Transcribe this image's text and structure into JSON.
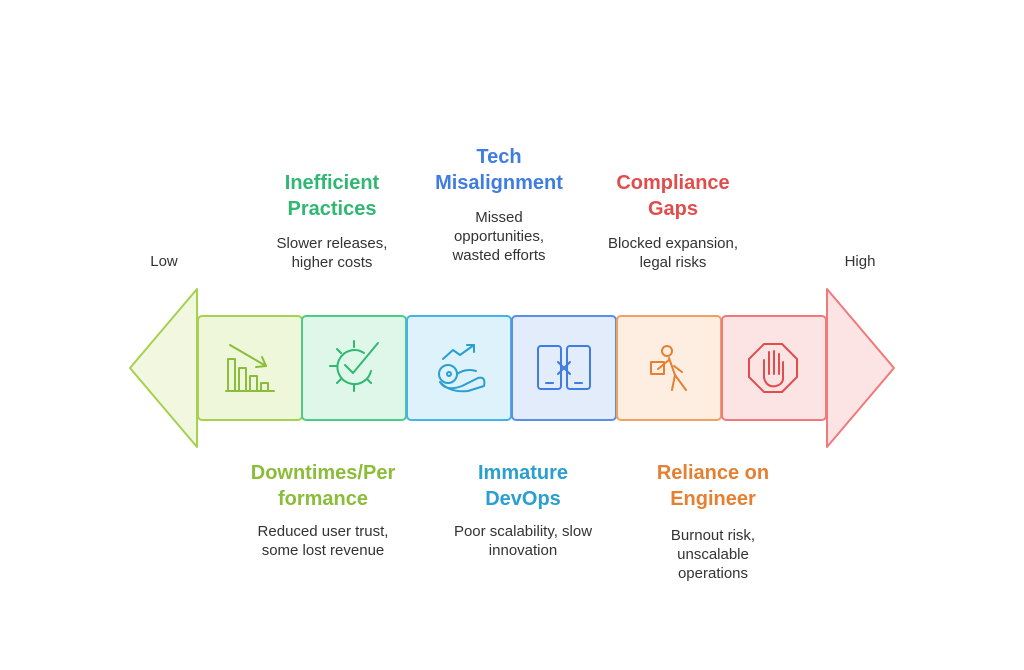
{
  "scale": {
    "low_label": "Low",
    "high_label": "High"
  },
  "items": [
    {
      "title": "Downtimes/Per\nformance",
      "desc": "Reduced user trust,\nsome lost revenue",
      "icon": "declining-bar-chart-icon",
      "color": "#8bbd3a",
      "fill": "#eef7d9",
      "stroke": "#a6d04e"
    },
    {
      "title": "Inefficient\nPractices",
      "desc": "Slower releases,\nhigher costs",
      "icon": "gear-check-icon",
      "color": "#2fb872",
      "fill": "#def7e9",
      "stroke": "#4dcc88"
    },
    {
      "title": "Immature\nDevOps",
      "desc": "Poor scalability, slow\ninnovation",
      "icon": "person-growth-icon",
      "color": "#2a9fd0",
      "fill": "#def2fb",
      "stroke": "#43b4e3"
    },
    {
      "title": "Tech\nMisalignment",
      "desc": "Missed\nopportunities,\nwasted efforts",
      "icon": "mismatched-phones-icon",
      "color": "#3f7de0",
      "fill": "#e3ecfb",
      "stroke": "#5b8fe6"
    },
    {
      "title": "Reliance on\nEngineer",
      "desc": "Burnout risk,\nunscalable\noperations",
      "icon": "person-carrying-box-icon",
      "color": "#e58032",
      "fill": "#fdeee1",
      "stroke": "#f0a161"
    },
    {
      "title": "Compliance\nGaps",
      "desc": "Blocked expansion,\nlegal risks",
      "icon": "stop-hand-icon",
      "color": "#e14d4d",
      "fill": "#fde4e4",
      "stroke": "#ef7a7a"
    }
  ]
}
